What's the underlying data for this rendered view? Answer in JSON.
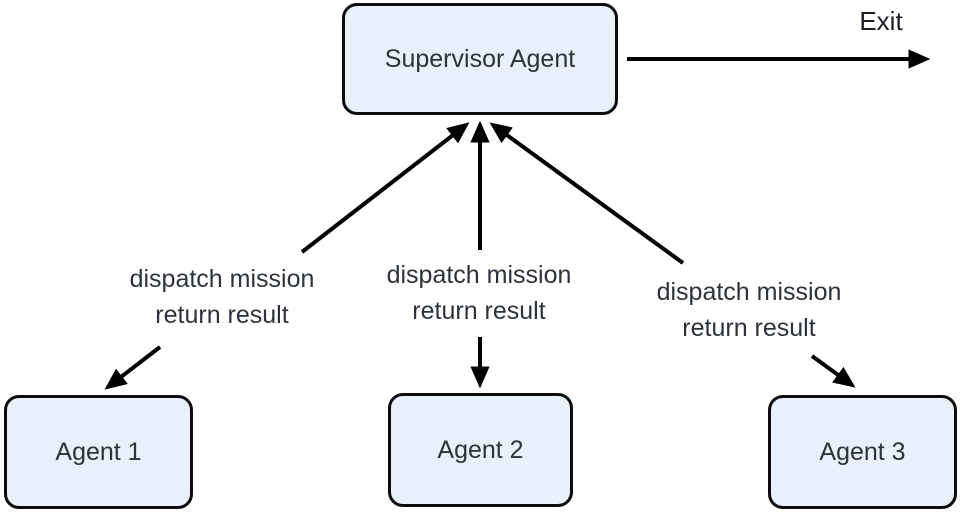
{
  "diagram": {
    "nodes": {
      "supervisor": {
        "label": "Supervisor Agent"
      },
      "agent1": {
        "label": "Agent 1"
      },
      "agent2": {
        "label": "Agent 2"
      },
      "agent3": {
        "label": "Agent 3"
      }
    },
    "edge_labels": {
      "left": {
        "line1": "dispatch mission",
        "line2": "return result"
      },
      "middle": {
        "line1": "dispatch mission",
        "line2": "return result"
      },
      "right": {
        "line1": "dispatch mission",
        "line2": "return result"
      }
    },
    "exit_label": "Exit",
    "colors": {
      "node_fill": "#e8f0fb",
      "node_border": "#0d0d0d",
      "text": "#2d333b",
      "arrow": "#000000",
      "background": "#ffffff"
    }
  }
}
